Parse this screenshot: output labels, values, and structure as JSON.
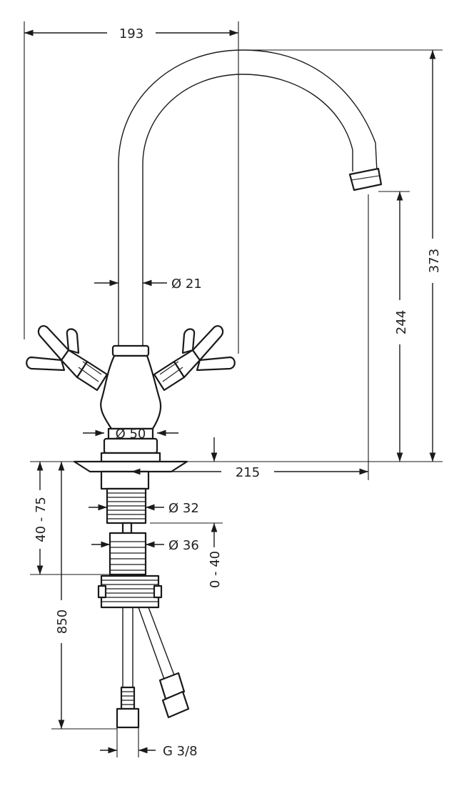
{
  "dimensions": {
    "top_width": "193",
    "spout_diameter": "Ø 21",
    "total_height": "373",
    "spout_height": "244",
    "base_diameter": "Ø 50",
    "reach": "215",
    "shank_diameter_upper": "Ø 32",
    "shank_diameter_lower": "Ø 36",
    "deck_thickness": "40 - 75",
    "hose_length": "850",
    "thickness_range": "0 - 40",
    "thread_size": "G 3/8"
  },
  "colors": {
    "line": "#1a1a1a",
    "background": "#ffffff"
  }
}
